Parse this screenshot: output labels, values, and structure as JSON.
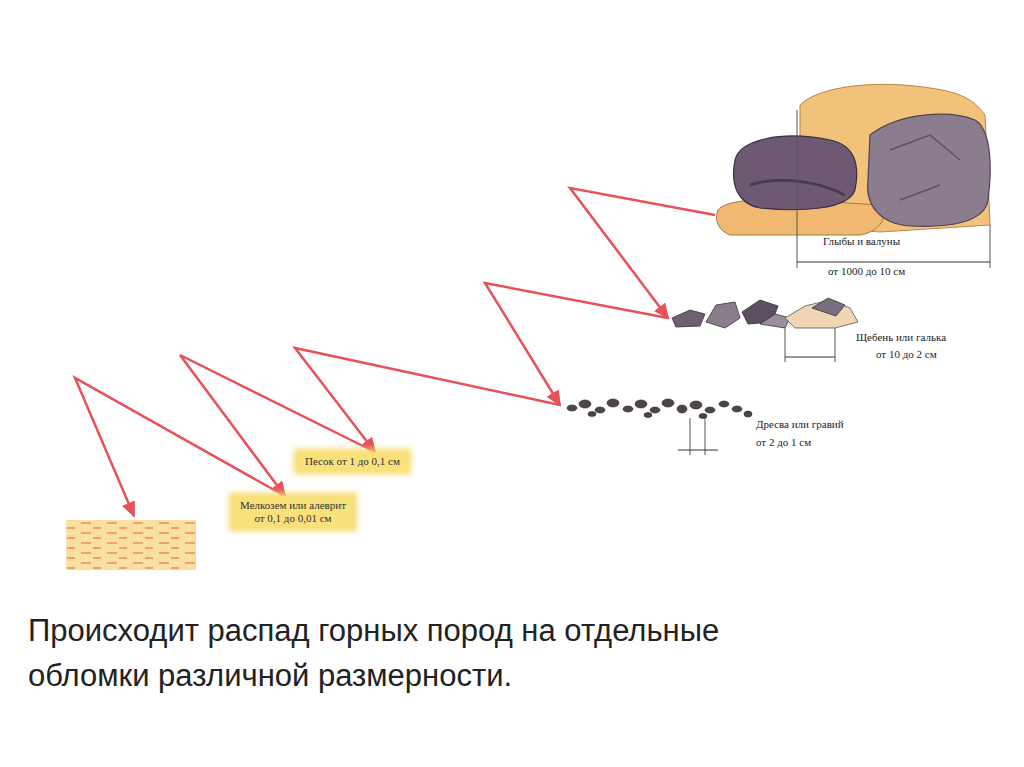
{
  "diagram": {
    "caption": "Происходит распад горных пород на отдельные обломки различной размерности.",
    "nodes": [
      {
        "text": [
          "Глыбы и валуны",
          "от 1000 до 10 см"
        ]
      },
      {
        "text": [
          "Щебень или галька",
          "от 10 до 2 см"
        ]
      },
      {
        "text": [
          "Дресва или гравий",
          "от 2 до 1 см"
        ]
      },
      {
        "text": [
          "Песок от 1 до 0,1 см"
        ]
      },
      {
        "text": [
          "Мелкозем или алеврит",
          "от 0,1 до 0,01 см"
        ]
      }
    ],
    "edges": [
      {
        "from": 0,
        "to": 1,
        "arrow": "to"
      },
      {
        "from": 1,
        "to": 2,
        "arrow": "to"
      },
      {
        "from": 2,
        "to": 3,
        "arrow": "to"
      },
      {
        "from": 3,
        "to": 4,
        "arrow": "to"
      }
    ]
  }
}
